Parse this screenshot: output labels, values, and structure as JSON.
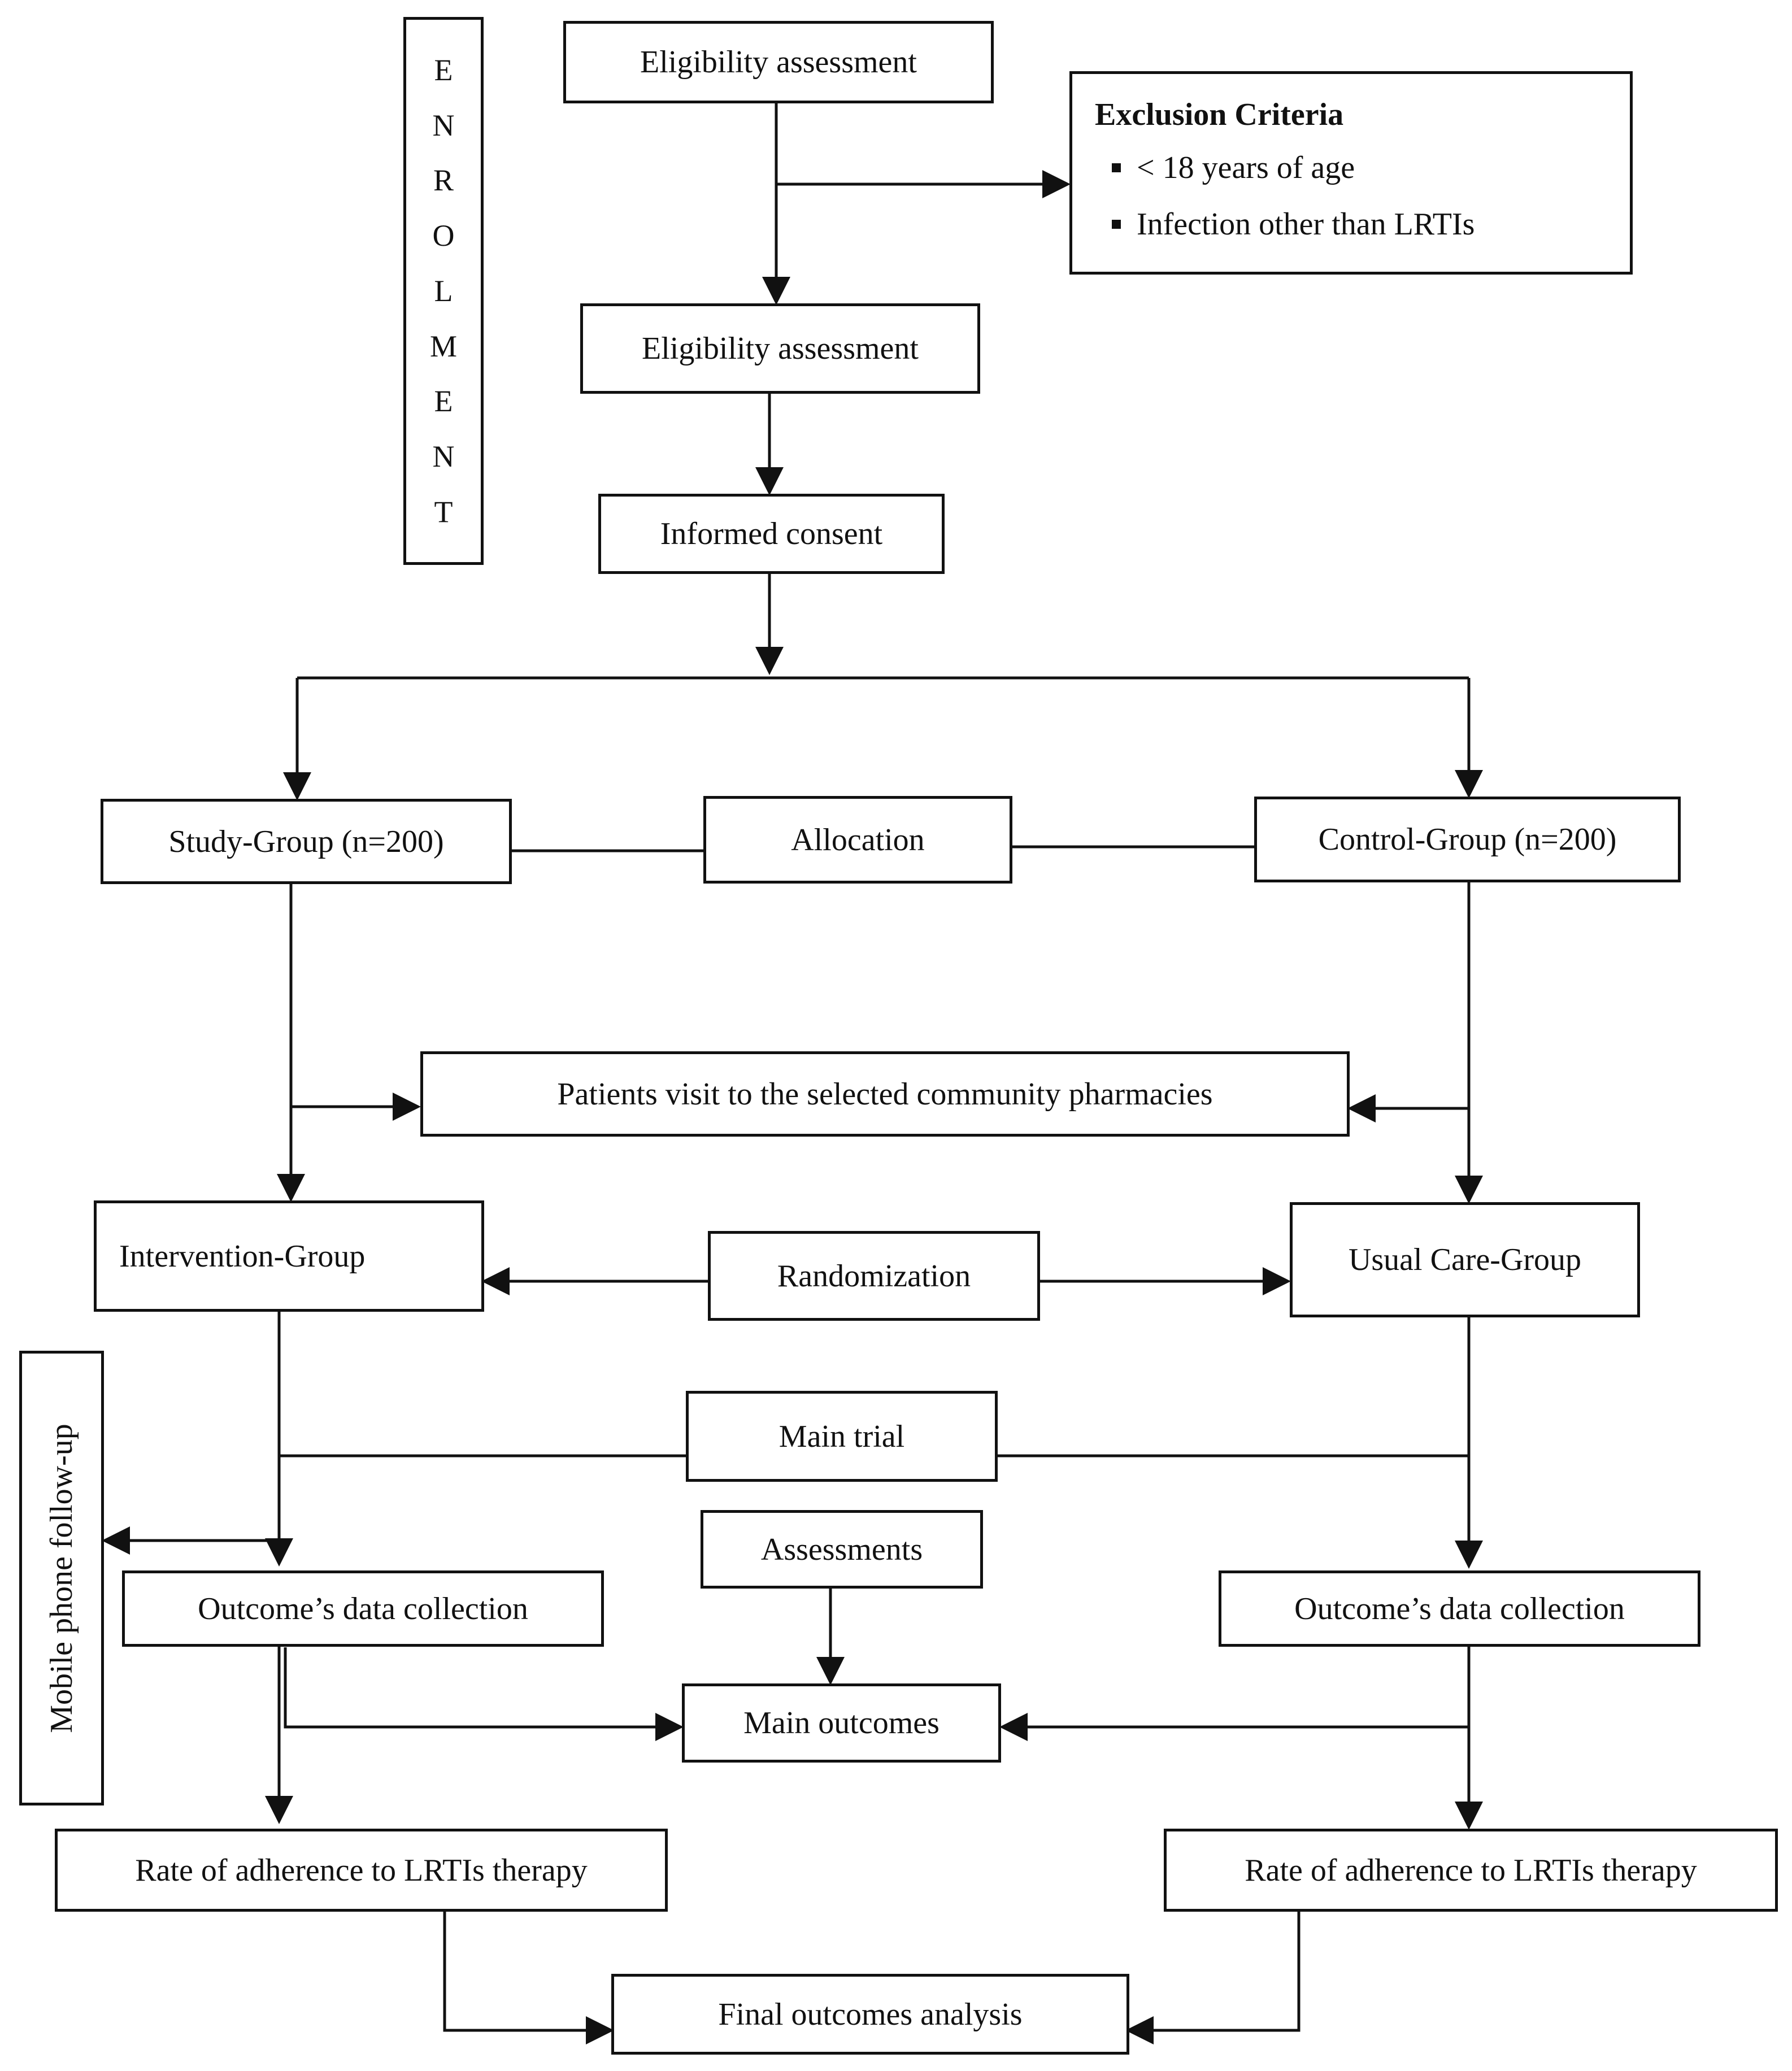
{
  "enrolment": {
    "letters": [
      "E",
      "N",
      "R",
      "O",
      "L",
      "M",
      "E",
      "N",
      "T"
    ]
  },
  "mobile_followup": "Mobile phone follow-up",
  "boxes": {
    "eligibility_1": "Eligibility assessment",
    "eligibility_2": "Eligibility assessment",
    "informed_consent": "Informed consent",
    "study_group": "Study-Group (n=200)",
    "allocation": "Allocation",
    "control_group": "Control-Group (n=200)",
    "patients_visit": "Patients visit to the selected community pharmacies",
    "intervention_group": "Intervention-Group",
    "randomization": "Randomization",
    "usual_care_group": "Usual Care-Group",
    "main_trial": "Main trial",
    "assessments": "Assessments",
    "outcome_data_left": "Outcome’s data collection",
    "outcome_data_right": "Outcome’s data collection",
    "main_outcomes": "Main outcomes",
    "adherence_left": "Rate of adherence to LRTIs therapy",
    "adherence_right": "Rate of adherence to LRTIs therapy",
    "final_analysis": "Final outcomes analysis"
  },
  "exclusion": {
    "title": "Exclusion Criteria",
    "items": [
      "< 18 years of age",
      "Infection other than LRTIs"
    ]
  }
}
